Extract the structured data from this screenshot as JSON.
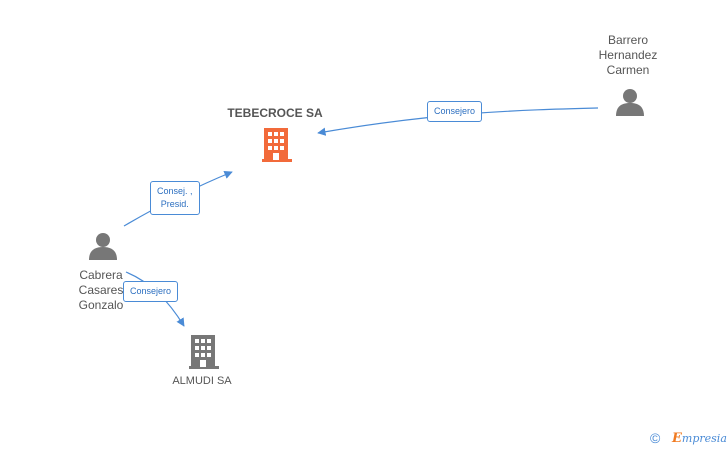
{
  "nodes": {
    "tebecroce": {
      "label": "TEBECROCE SA",
      "type": "company",
      "color": "#f26a3a"
    },
    "almudi": {
      "label": "ALMUDI SA",
      "type": "company",
      "color": "#777777"
    },
    "barrero": {
      "label": "Barrero\nHernandez\nCarmen",
      "type": "person",
      "icon": "person-icon"
    },
    "cabrera": {
      "label": "Cabrera\nCasares\nGonzalo",
      "type": "person",
      "icon": "person-icon"
    }
  },
  "edges": [
    {
      "from": "barrero",
      "to": "tebecroce",
      "label": "Consejero"
    },
    {
      "from": "cabrera",
      "to": "tebecroce",
      "label": "Consej. ,\nPresid."
    },
    {
      "from": "cabrera",
      "to": "almudi",
      "label": "Consejero"
    }
  ],
  "footer": {
    "copyright_symbol": "©",
    "brand_initial": "E",
    "brand_rest": "mpresia"
  },
  "colors": {
    "edge": "#4a8bd6",
    "person": "#777777",
    "main_company": "#f26a3a",
    "other_company": "#777777"
  }
}
